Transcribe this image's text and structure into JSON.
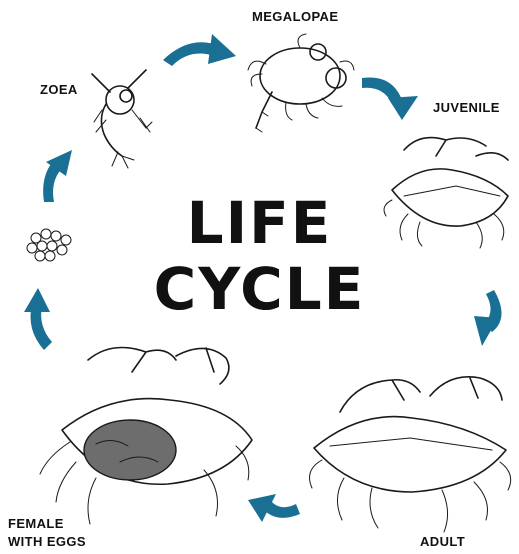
{
  "title_lines": [
    "LIFE",
    "CYCLE"
  ],
  "stages": {
    "megalopae": "MEGALOPAE",
    "zoea": "ZOEA",
    "juvenile": "JUVENILE",
    "adult": "ADULT",
    "female_line1": "FEMALE",
    "female_line2": "WITH EGGS"
  },
  "colors": {
    "arrow": "#1a6f94",
    "ink": "#1a1a1a",
    "background": "#ffffff"
  },
  "icons": [
    "zoea-larva-icon",
    "megalopa-larva-icon",
    "juvenile-crab-icon",
    "adult-crab-icon",
    "female-crab-with-eggs-icon",
    "egg-cluster-icon",
    "cycle-arrow-icon"
  ]
}
